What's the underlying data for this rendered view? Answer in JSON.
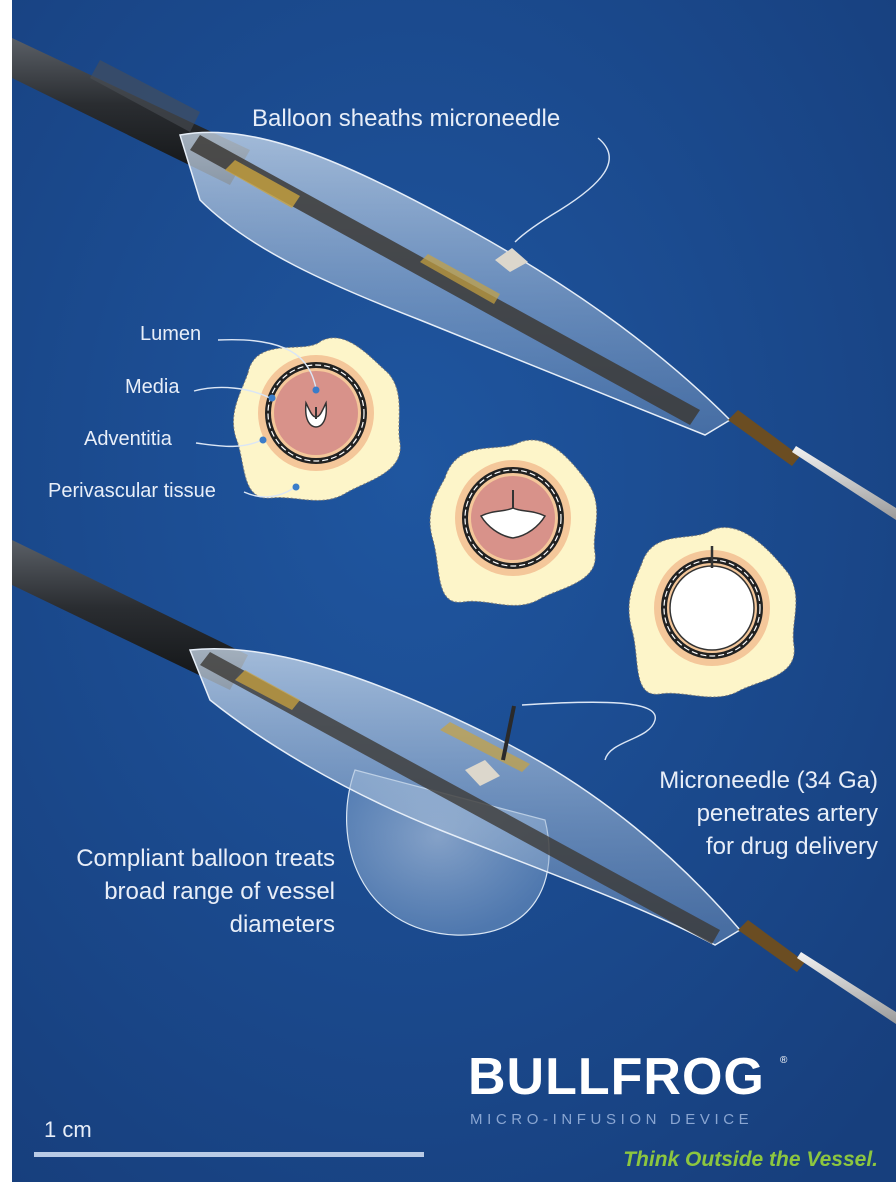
{
  "colors": {
    "background": "#1a4a8d",
    "perivascular": "#fdf5c9",
    "adventitia": "#f4c79a",
    "media": "#d8928a",
    "label_text": "#e8eef8",
    "tagline": "#8cc63f"
  },
  "captions": {
    "top": "Balloon sheaths microneedle",
    "needle_line1": "Microneedle (34 Ga)",
    "needle_line2": "penetrates artery",
    "needle_line3": "for drug delivery",
    "balloon_line1": "Compliant balloon treats",
    "balloon_line2": "broad range of vessel",
    "balloon_line3": "diameters"
  },
  "cross_section_labels": {
    "lumen": "Lumen",
    "media": "Media",
    "adventitia": "Adventitia",
    "perivascular": "Perivascular tissue"
  },
  "scale": {
    "label": "1 cm"
  },
  "brand": {
    "name": "BULLFROG",
    "subtitle": "MICRO-INFUSION DEVICE",
    "tagline": "Think Outside the Vessel."
  }
}
